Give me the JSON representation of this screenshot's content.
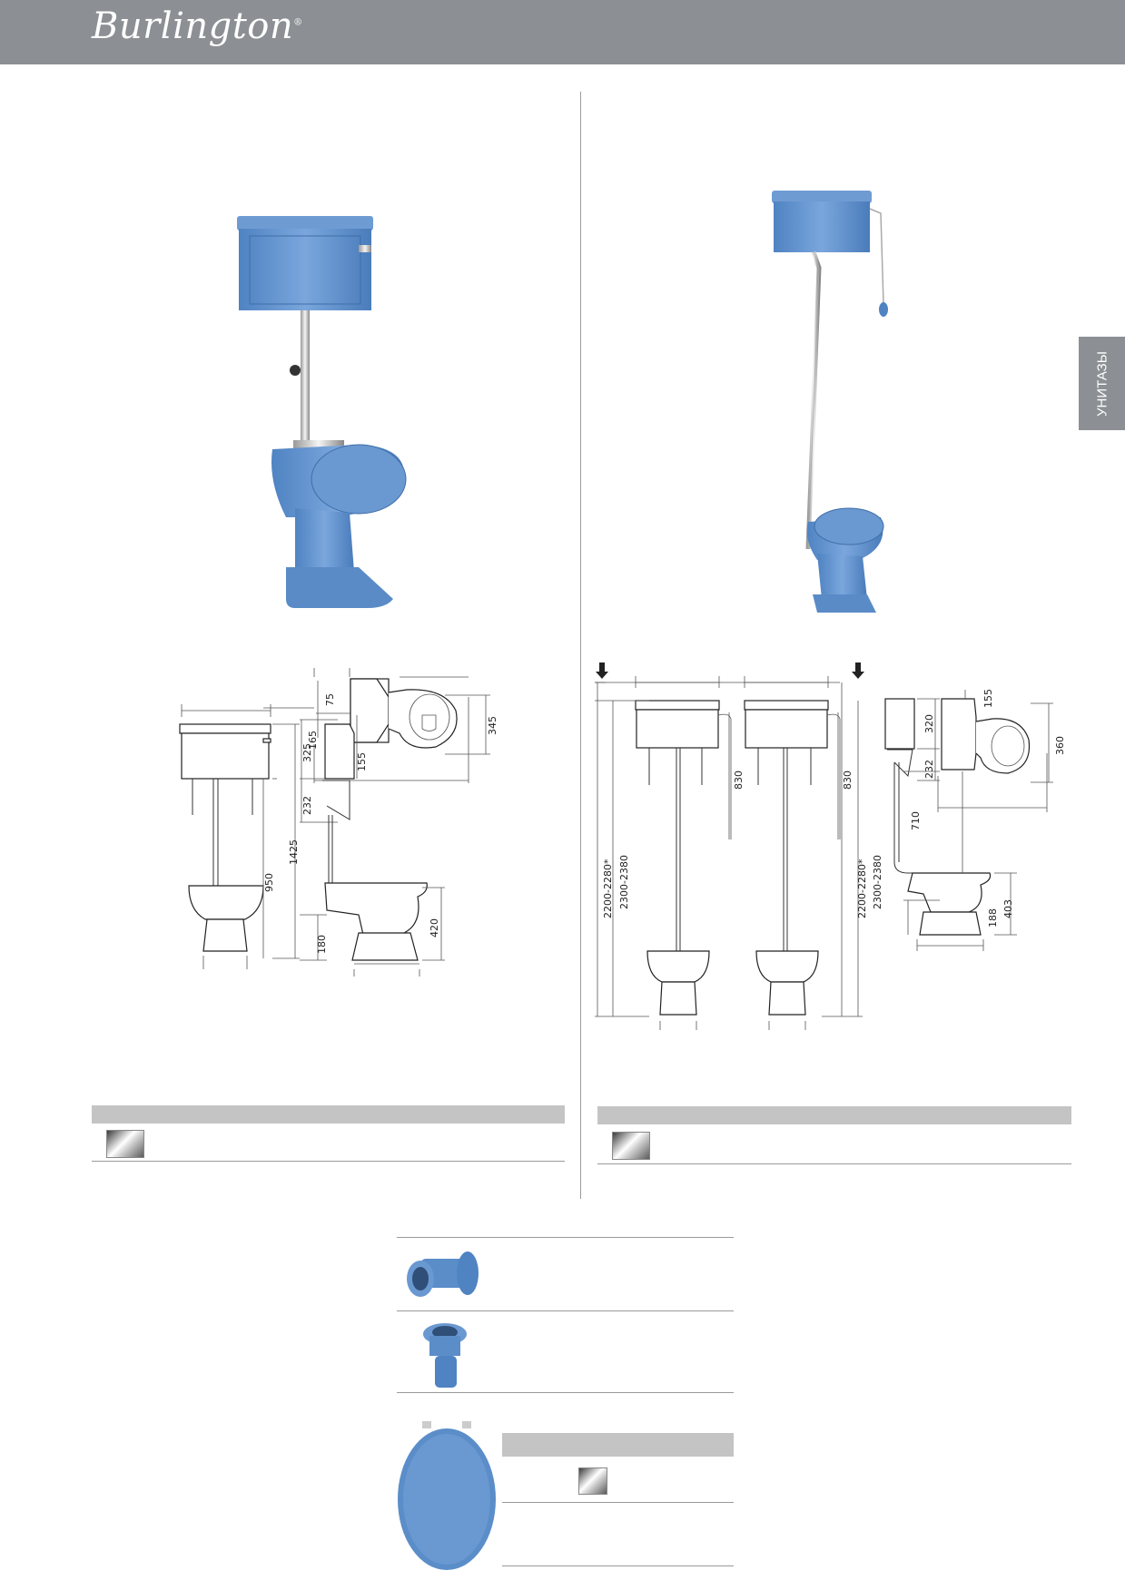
{
  "header": {
    "brand": "Burlington",
    "brand_mark": "®"
  },
  "side_tab": {
    "label": "УНИТАЗЫ"
  },
  "left_product": {
    "dimensions": {
      "top_a": "75",
      "top_b": "165",
      "top_c": "155",
      "top_d": "345",
      "side_a": "325",
      "side_b": "232",
      "side_c": "950",
      "side_d": "1425",
      "side_e": "420",
      "side_f": "180"
    }
  },
  "right_product": {
    "dimensions": {
      "d155": "155",
      "d320": "320",
      "d232": "232",
      "d360": "360",
      "d830a": "830",
      "d830b": "830",
      "h1": "2200-2280*",
      "h2": "2300-2380",
      "h3": "2200-2280*",
      "h4": "2300-2380",
      "d710": "710",
      "d403": "403",
      "d188": "188"
    }
  },
  "colors": {
    "header": "#8c8f93",
    "product_blue": "#5b8dc9",
    "bar": "#c4c4c4"
  }
}
